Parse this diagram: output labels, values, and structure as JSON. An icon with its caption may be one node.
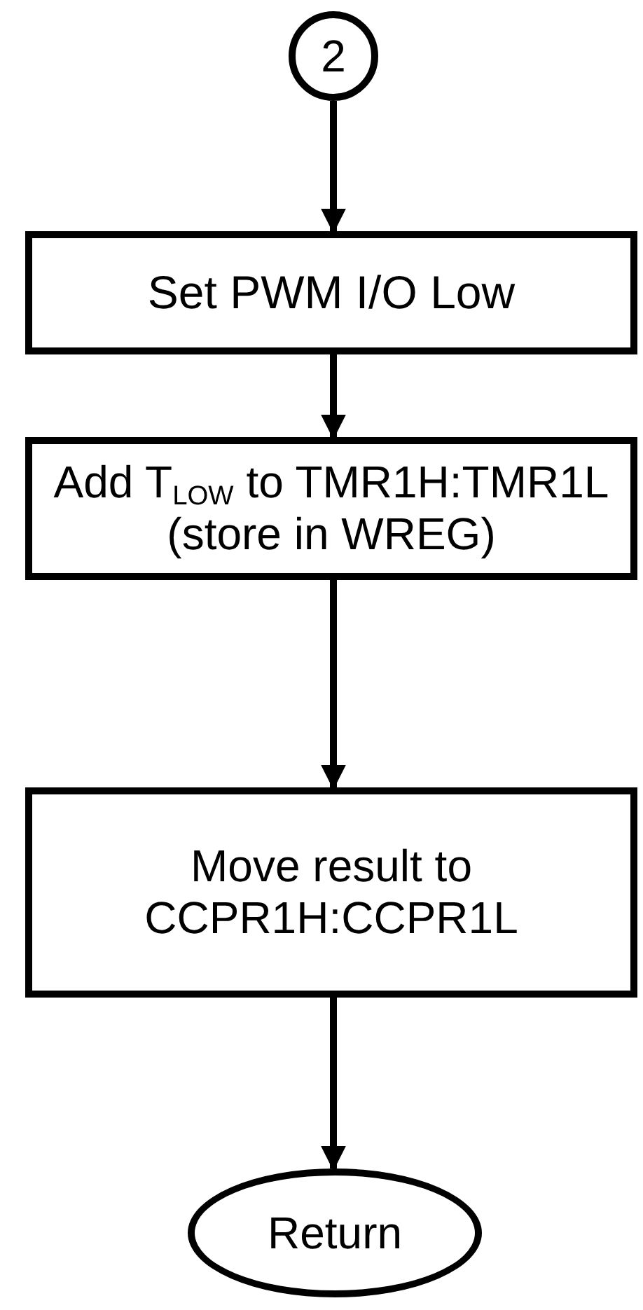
{
  "diagram": {
    "nodes": [
      {
        "text": [
          "2"
        ]
      },
      {
        "text": [
          "Set PWM I/O Low"
        ]
      },
      {
        "text": [
          "Add T$_{LOW}$ to TMR1H:TMR1L (store in WREG)"
        ]
      },
      {
        "text": [
          "Move result to CCPR1H:CCPR1L"
        ]
      },
      {
        "text": [
          "Return"
        ]
      }
    ],
    "edges": [
      {
        "from": 0,
        "to": 1,
        "arrow": "to"
      },
      {
        "from": 1,
        "to": 2,
        "arrow": "to"
      },
      {
        "from": 2,
        "to": 3,
        "arrow": "to"
      },
      {
        "from": 3,
        "to": 4,
        "arrow": "to"
      }
    ]
  }
}
